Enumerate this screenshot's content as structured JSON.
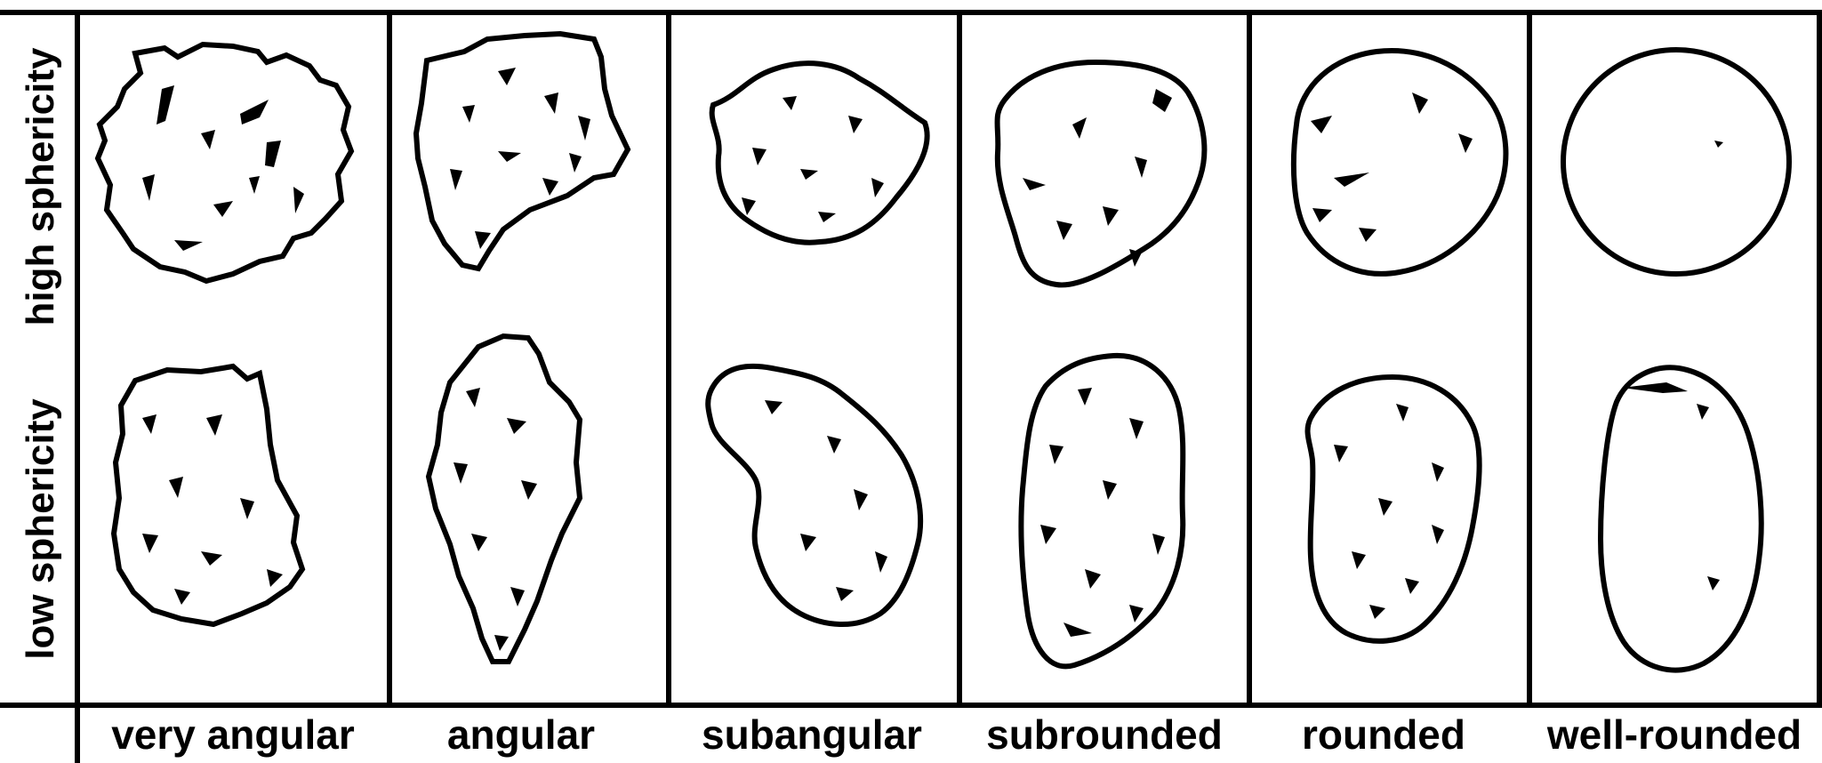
{
  "colors": {
    "stroke": "#000000",
    "fill": "#ffffff"
  },
  "rows": [
    {
      "label": "high sphericity"
    },
    {
      "label": "low sphericity"
    }
  ],
  "columns": [
    {
      "label": "very angular"
    },
    {
      "label": "angular"
    },
    {
      "label": "subangular"
    },
    {
      "label": "subrounded"
    },
    {
      "label": "rounded"
    },
    {
      "label": "well-rounded"
    }
  ]
}
